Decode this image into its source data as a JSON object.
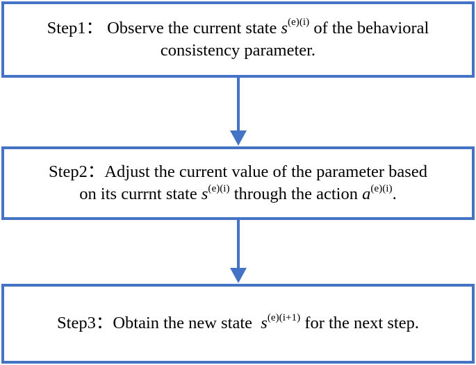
{
  "colors": {
    "accent": "#4472C4",
    "text": "#000000",
    "background": "#FFFFFF"
  },
  "steps": [
    {
      "line1_prefix": "Step1：  Observe the current state ",
      "state_var": "s",
      "state_sup": "(e)(i)",
      "line1_suffix": " of the behavioral",
      "line2": "consistency parameter."
    },
    {
      "line1": "Step2：Adjust the current value of the parameter based",
      "line2_prefix": "on its currnt state ",
      "state_var": "s",
      "state_sup": "(e)(i)",
      "line2_mid": " through the action ",
      "action_var": "a",
      "action_sup": "(e)(i)",
      "line2_suffix": "."
    },
    {
      "prefix": "Step3：Obtain the new state  ",
      "state_var": "s",
      "state_sup": "(e)(i+1)",
      "suffix": " for the next step."
    }
  ]
}
